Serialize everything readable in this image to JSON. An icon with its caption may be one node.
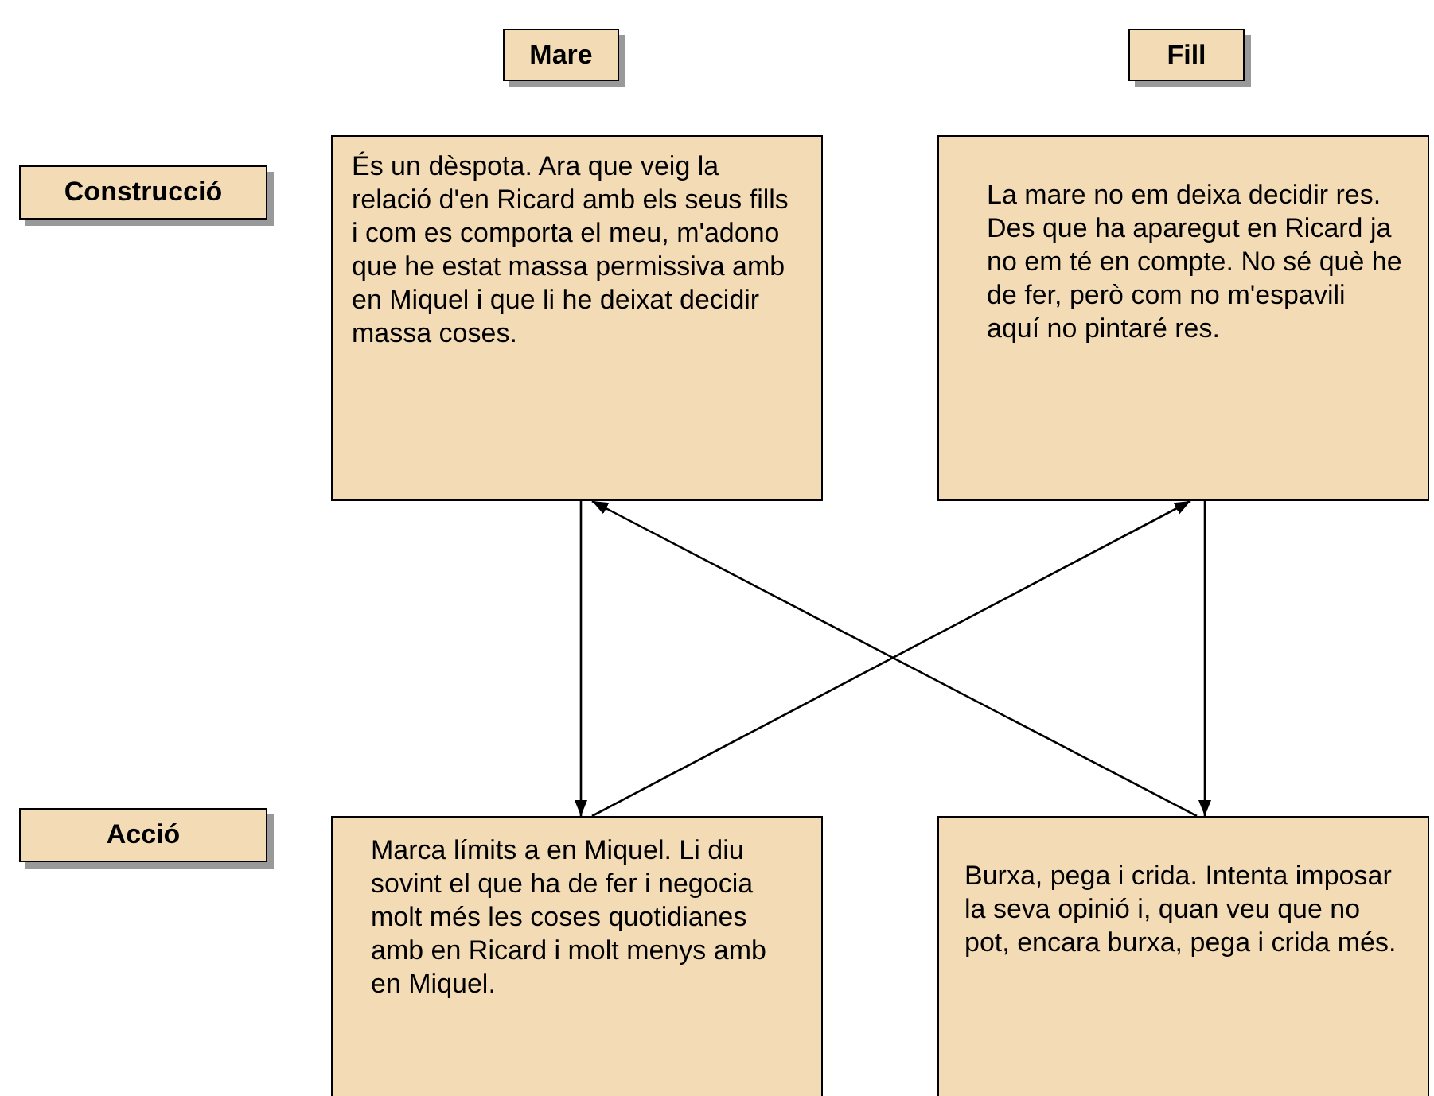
{
  "diagram": {
    "nodes": [
      {
        "text": [
          "Mare"
        ]
      },
      {
        "text": [
          "Fill"
        ]
      },
      {
        "text": [
          "Construcció"
        ]
      },
      {
        "text": [
          "És un dèspota. Ara que veig la relació d'en Ricard amb els seus fills i com es comporta el meu, m'adono que he estat massa permissiva amb en Miquel i que li he deixat decidir massa coses."
        ]
      },
      {
        "text": [
          "La mare no em deixa decidir res. Des que ha aparegut en Ricard ja no em té en compte. No sé què he de fer, però com no m'espavili aquí no pintaré res."
        ]
      },
      {
        "text": [
          "Acció"
        ]
      },
      {
        "text": [
          "Marca límits a en Miquel. Li diu sovint el que ha de fer i negocia molt més les coses quotidianes amb en Ricard i molt menys amb en Miquel."
        ]
      },
      {
        "text": [
          "Burxa, pega i crida. Intenta imposar la seva opinió i, quan veu que no pot, encara burxa, pega i crida més."
        ]
      }
    ],
    "edges": [
      {
        "from": 3,
        "to": 6,
        "arrow": "to"
      },
      {
        "from": 4,
        "to": 7,
        "arrow": "to"
      },
      {
        "from": 6,
        "to": 4,
        "arrow": "to"
      },
      {
        "from": 7,
        "to": 3,
        "arrow": "to"
      }
    ]
  }
}
